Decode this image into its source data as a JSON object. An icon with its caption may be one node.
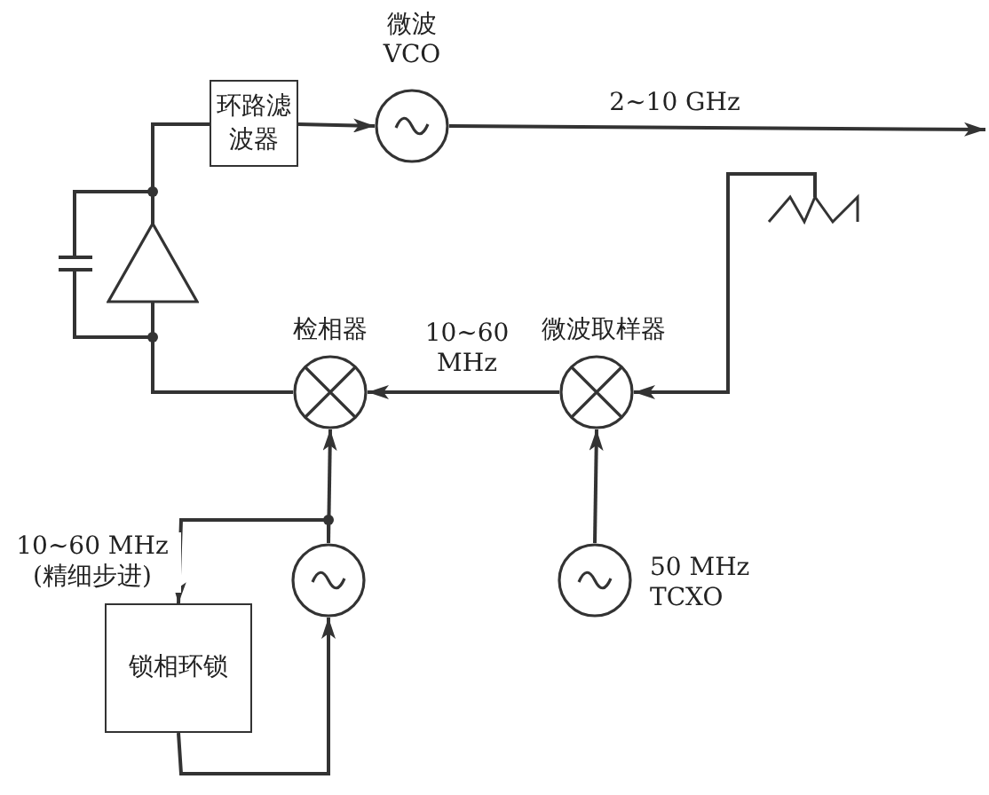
{
  "diagram": {
    "nodes": [
      {
        "text": [
          "环路滤波器"
        ]
      },
      {
        "text": [
          "微波 VCO"
        ]
      },
      {
        "text": [],
        "shape": "triangle"
      },
      {
        "text": [
          "检相器"
        ]
      },
      {
        "text": [
          "微波取样器"
        ]
      },
      {
        "text": [],
        "shape": "circle"
      },
      {
        "text": [
          "50 MHz TCXO"
        ]
      },
      {
        "text": [
          "锁相环锁"
        ]
      },
      {
        "text": [],
        "shape": "zigzag"
      }
    ],
    "edges": [
      {
        "from": 2,
        "to": 0,
        "arrow": "none"
      },
      {
        "from": 0,
        "to": 1,
        "arrow": "to"
      },
      {
        "from": 1,
        "to": null,
        "arrow": "to",
        "label": "2~10 GHz"
      },
      {
        "from": 8,
        "to": 4,
        "arrow": "to"
      },
      {
        "from": 4,
        "to": 3,
        "arrow": "to",
        "label": "10~60 MHz"
      },
      {
        "from": 3,
        "to": 2,
        "arrow": "none"
      },
      {
        "from": 5,
        "to": 3,
        "arrow": "to"
      },
      {
        "from": 6,
        "to": 4,
        "arrow": "to"
      },
      {
        "from": 5,
        "to": 7,
        "arrow": "to",
        "label": "10~60 MHz (精细步进)"
      },
      {
        "from": 7,
        "to": 5,
        "arrow": "to"
      }
    ]
  }
}
